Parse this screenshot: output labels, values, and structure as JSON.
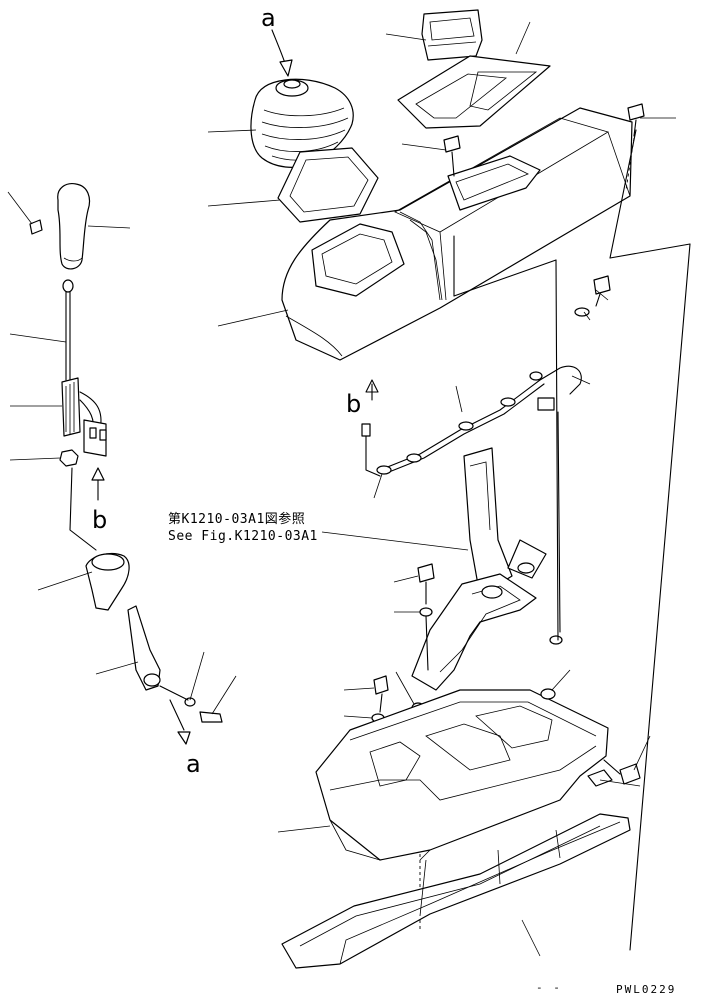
{
  "labels": {
    "a_top": "a",
    "a_bottom": "a",
    "b_left": "b",
    "b_right": "b"
  },
  "reference": {
    "line1": "第K1210-03A1図参照",
    "line2": "See Fig.K1210-03A1"
  },
  "figure_code": "PWL0229",
  "dash_mark": "- -"
}
